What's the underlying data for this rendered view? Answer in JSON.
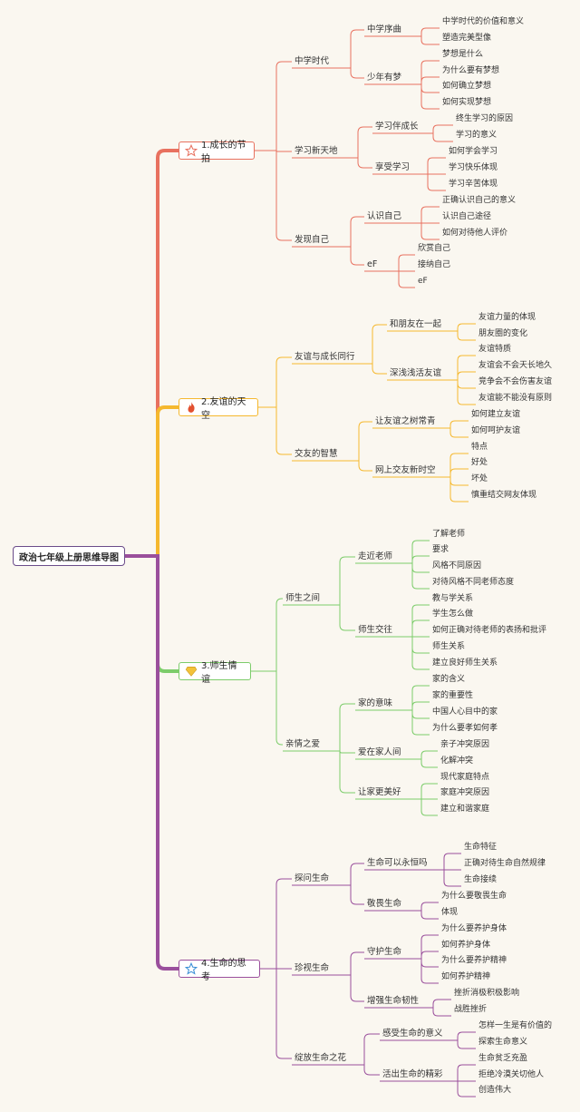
{
  "root": {
    "label": "政治七年级上册思维导图"
  },
  "branches": [
    {
      "label": "1.成长的节拍",
      "color": "#e8715f",
      "icon": "star-outline-red",
      "children": [
        {
          "label": "中学时代",
          "children": [
            {
              "label": "中学序曲",
              "children": [
                {
                  "label": "中学时代的价值和意义"
                },
                {
                  "label": "塑造完美型像"
                }
              ]
            },
            {
              "label": "少年有梦",
              "children": [
                {
                  "label": "梦想是什么"
                },
                {
                  "label": "为什么要有梦想"
                },
                {
                  "label": "如何确立梦想"
                },
                {
                  "label": "如何实现梦想"
                }
              ]
            }
          ]
        },
        {
          "label": "学习新天地",
          "children": [
            {
              "label": "学习伴成长",
              "children": [
                {
                  "label": "终生学习的原因"
                },
                {
                  "label": "学习的意义"
                }
              ]
            },
            {
              "label": "享受学习",
              "children": [
                {
                  "label": "如何学会学习"
                },
                {
                  "label": "学习快乐体现"
                },
                {
                  "label": "学习辛苦体现"
                }
              ]
            }
          ]
        },
        {
          "label": "发现自己",
          "children": [
            {
              "label": "认识自己",
              "children": [
                {
                  "label": "正确认识自己的意义"
                },
                {
                  "label": "认识自己途径"
                },
                {
                  "label": "如何对待他人评价"
                }
              ]
            },
            {
              "label": "eF",
              "children": [
                {
                  "label": "欣赏自己"
                },
                {
                  "label": "接纳自己"
                },
                {
                  "label": "eF"
                }
              ]
            }
          ]
        }
      ]
    },
    {
      "label": "2.友谊的天空",
      "color": "#f5b82e",
      "icon": "fire-icon",
      "children": [
        {
          "label": "友谊与成长同行",
          "children": [
            {
              "label": "和朋友在一起",
              "children": [
                {
                  "label": "友谊力量的体现"
                },
                {
                  "label": "朋友圈的变化"
                }
              ]
            },
            {
              "label": "深浅浅活友谊",
              "children": [
                {
                  "label": "友谊特质"
                },
                {
                  "label": "友谊会不会天长地久"
                },
                {
                  "label": "竞争会不会伤害友谊"
                },
                {
                  "label": "友谊能不能没有原则"
                }
              ]
            }
          ]
        },
        {
          "label": "交友的智慧",
          "children": [
            {
              "label": "让友谊之树常青",
              "children": [
                {
                  "label": "如何建立友谊"
                },
                {
                  "label": "如何呵护友谊"
                }
              ]
            },
            {
              "label": "网上交友新时空",
              "children": [
                {
                  "label": "特点"
                },
                {
                  "label": "好处"
                },
                {
                  "label": "坏处"
                },
                {
                  "label": "慎重结交网友体现"
                }
              ]
            }
          ]
        }
      ]
    },
    {
      "label": "3.师生情谊",
      "color": "#7ccc6a",
      "icon": "diamond-icon",
      "children": [
        {
          "label": "师生之间",
          "children": [
            {
              "label": "走近老师",
              "children": [
                {
                  "label": "了解老师"
                },
                {
                  "label": "要求"
                },
                {
                  "label": "风格不同原因"
                },
                {
                  "label": "对待风格不同老师态度"
                }
              ]
            },
            {
              "label": "师生交往",
              "children": [
                {
                  "label": "教与学关系"
                },
                {
                  "label": "学生怎么做"
                },
                {
                  "label": "如何正确对待老师的表扬和批评"
                },
                {
                  "label": "师生关系"
                },
                {
                  "label": "建立良好师生关系"
                }
              ]
            }
          ]
        },
        {
          "label": "亲情之爱",
          "children": [
            {
              "label": "家的意味",
              "children": [
                {
                  "label": "家的含义"
                },
                {
                  "label": "家的重要性"
                },
                {
                  "label": "中国人心目中的家"
                },
                {
                  "label": "为什么要孝如何孝"
                }
              ]
            },
            {
              "label": "爱在家人间",
              "children": [
                {
                  "label": "亲子冲突原因"
                },
                {
                  "label": "化解冲突"
                }
              ]
            },
            {
              "label": "让家更美好",
              "children": [
                {
                  "label": "现代家庭特点"
                },
                {
                  "label": "家庭冲突原因"
                },
                {
                  "label": "建立和谐家庭"
                }
              ]
            }
          ]
        }
      ]
    },
    {
      "label": "4.生命的思考",
      "color": "#9a4f9c",
      "icon": "star-outline-blue",
      "children": [
        {
          "label": "探问生命",
          "children": [
            {
              "label": "生命可以永恒吗",
              "children": [
                {
                  "label": "生命特征"
                },
                {
                  "label": "正确对待生命自然规律"
                },
                {
                  "label": "生命接续"
                }
              ]
            },
            {
              "label": "敬畏生命",
              "children": [
                {
                  "label": "为什么要敬畏生命"
                },
                {
                  "label": "体现"
                }
              ]
            }
          ]
        },
        {
          "label": "珍视生命",
          "children": [
            {
              "label": "守护生命",
              "children": [
                {
                  "label": "为什么要养护身体"
                },
                {
                  "label": "如何养护身体"
                },
                {
                  "label": "为什么要养护精神"
                },
                {
                  "label": "如何养护精神"
                }
              ]
            },
            {
              "label": "增强生命韧性",
              "children": [
                {
                  "label": "挫折消极积极影响"
                },
                {
                  "label": "战胜挫折"
                }
              ]
            }
          ]
        },
        {
          "label": "绽放生命之花",
          "children": [
            {
              "label": "感受生命的意义",
              "children": [
                {
                  "label": "怎样一生是有价值的"
                },
                {
                  "label": "探索生命意义"
                }
              ]
            },
            {
              "label": "活出生命的精彩",
              "children": [
                {
                  "label": "生命贫乏充盈"
                },
                {
                  "label": "拒绝冷漠关切他人"
                },
                {
                  "label": "创造伟大"
                }
              ]
            }
          ]
        }
      ]
    }
  ]
}
